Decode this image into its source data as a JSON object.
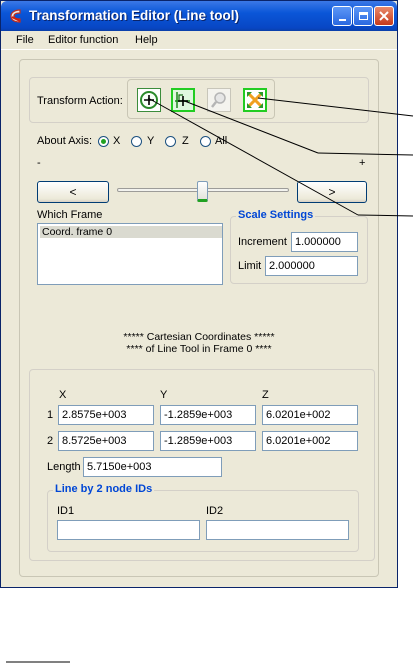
{
  "window": {
    "title": "Transformation Editor (Line tool)"
  },
  "menu": {
    "file": "File",
    "editor_function": "Editor function",
    "help": "Help"
  },
  "transform": {
    "label": "Transform Action:"
  },
  "axis": {
    "label": "About Axis:",
    "options": [
      "X",
      "Y",
      "Z",
      "All"
    ],
    "selected": "X"
  },
  "slider": {
    "minus": "-",
    "plus": "+",
    "left_btn": "<",
    "right_btn": ">",
    "position": 0.5
  },
  "frame": {
    "label": "Which Frame",
    "items": [
      "Coord. frame 0"
    ]
  },
  "scale": {
    "legend": "Scale Settings",
    "increment_label": "Increment",
    "increment_value": "1.000000",
    "limit_label": "Limit",
    "limit_value": "2.000000"
  },
  "info": {
    "line1": "***** Cartesian Coordinates *****",
    "line2": "**** of Line Tool in Frame 0 ****"
  },
  "coords": {
    "headers": [
      "X",
      "Y",
      "Z"
    ],
    "rows": [
      {
        "index": "1",
        "x": "2.8575e+003",
        "y": "-1.2859e+003",
        "z": "6.0201e+002"
      },
      {
        "index": "2",
        "x": "8.5725e+003",
        "y": "-1.2859e+003",
        "z": "6.0201e+002"
      }
    ],
    "length_label": "Length",
    "length_value": "5.7150e+003"
  },
  "nodes": {
    "legend": "Line by 2 node IDs",
    "id1_label": "ID1",
    "id2_label": "ID2",
    "id1_value": "",
    "id2_value": ""
  }
}
